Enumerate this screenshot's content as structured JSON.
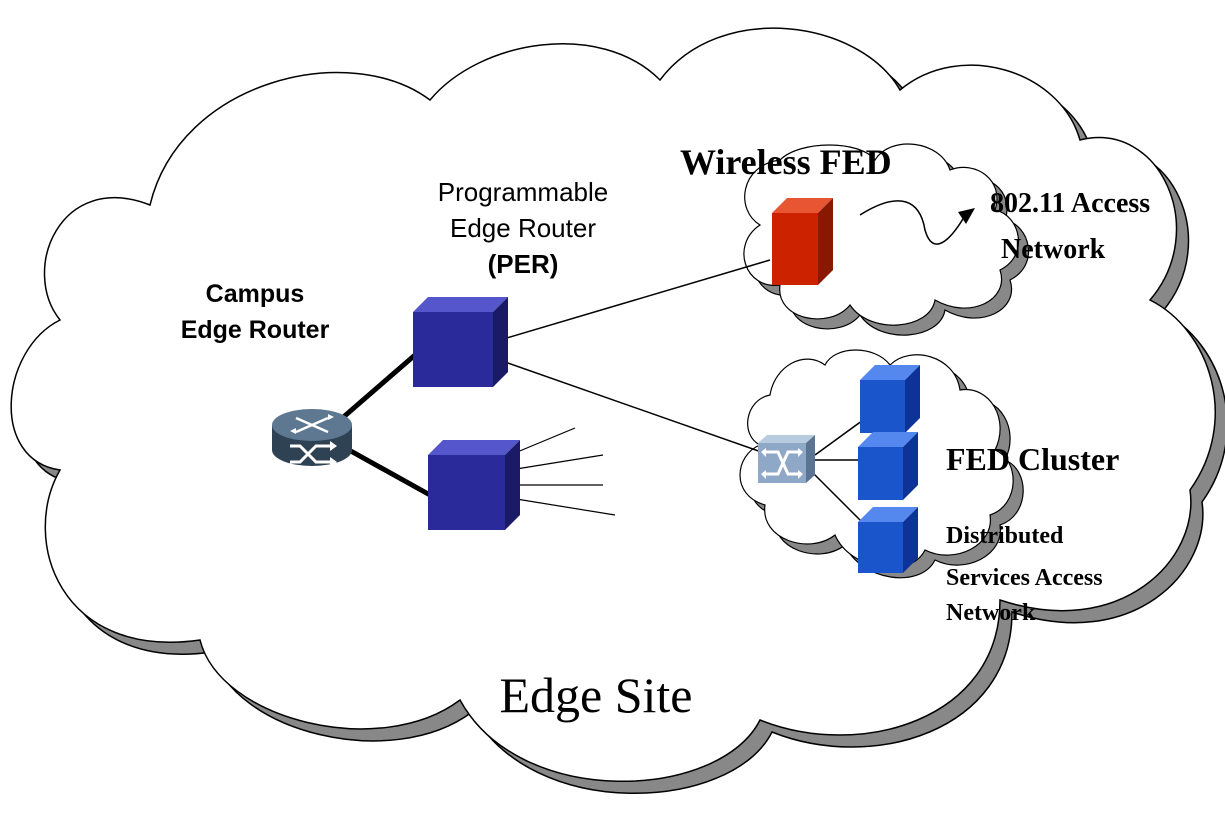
{
  "labels": {
    "wireless_fed": "Wireless FED",
    "per_line1": "Programmable",
    "per_line2": "Edge Router",
    "per_line3": "(PER)",
    "campus_line1": "Campus",
    "campus_line2": "Edge Router",
    "access_line1": "802.11 Access",
    "access_line2": "Network",
    "fed_cluster": "FED Cluster",
    "dist_line1": "Distributed",
    "dist_line2": "Services Access",
    "dist_line3": "Network",
    "edge_site": "Edge Site"
  },
  "colors": {
    "per_box": "#2a2a9a",
    "wireless_fed_box": "#cc2200",
    "cluster_box": "#1a55cc",
    "router": "#3d5266",
    "switch": "#8fa8c8",
    "cloud_shadow": "#888888"
  },
  "icons": {
    "campus_router": "router-icon",
    "cluster_switch": "switch-icon"
  }
}
